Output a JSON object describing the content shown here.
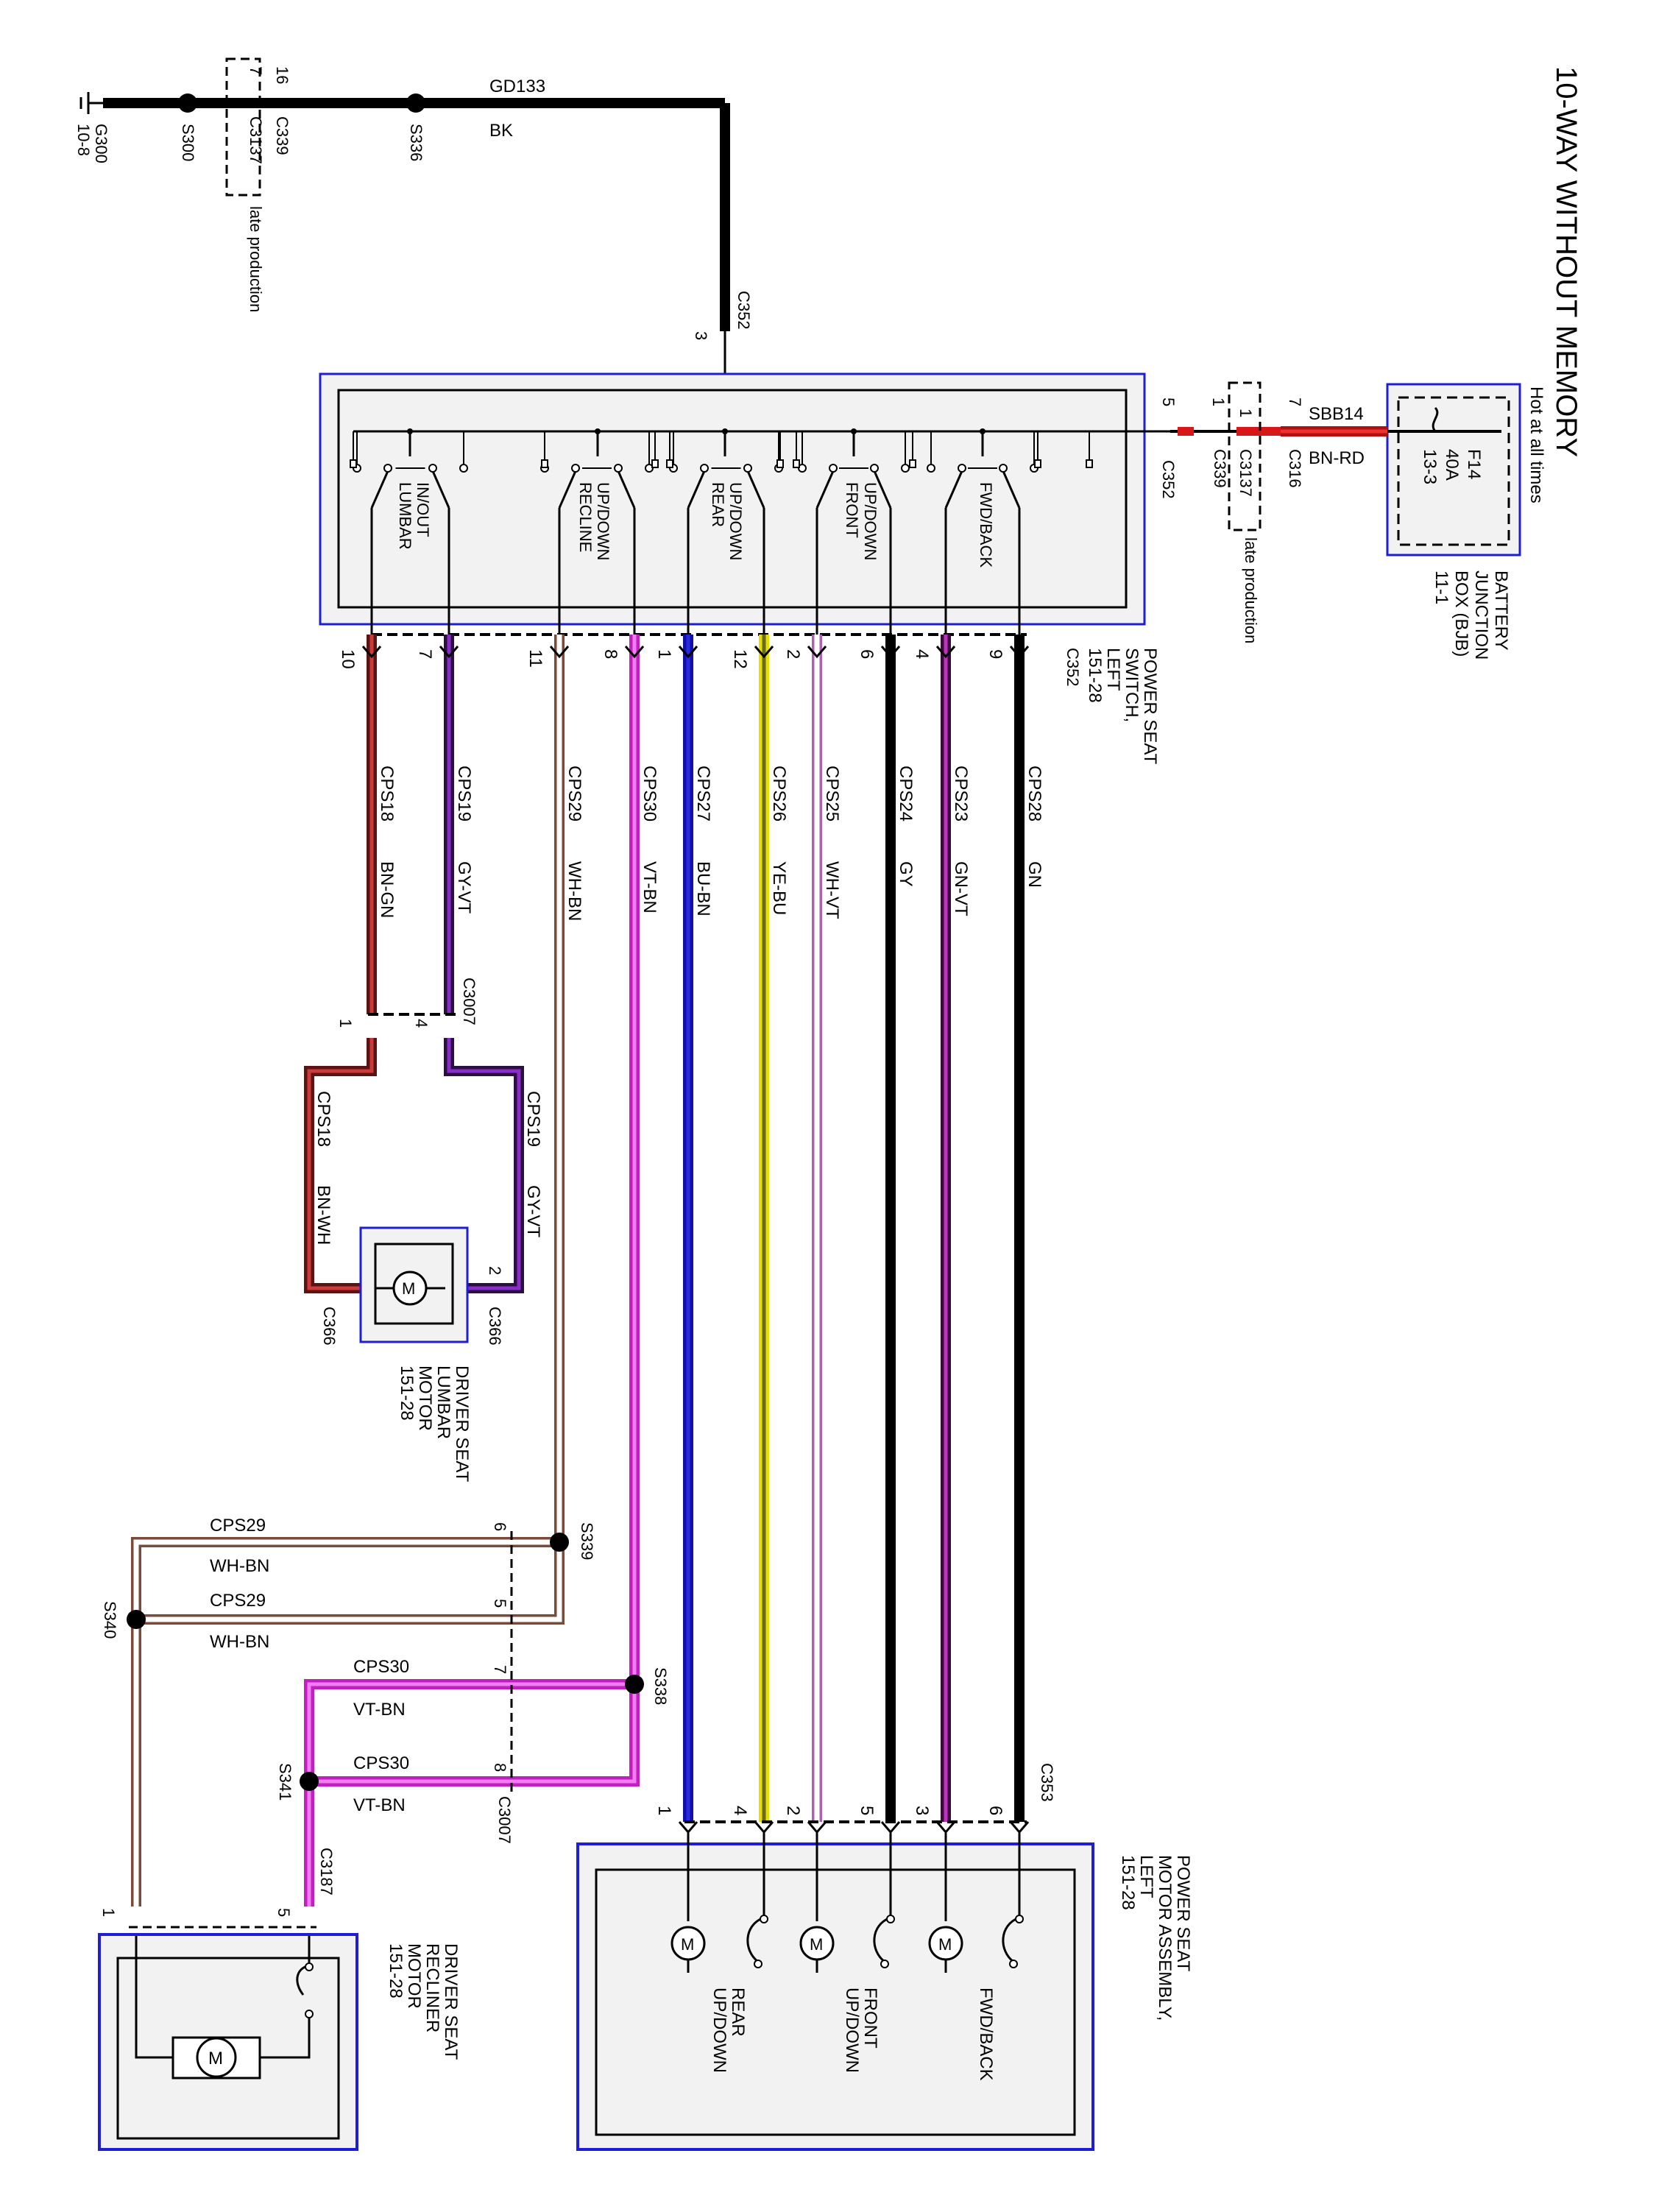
{
  "title": "10-WAY WITHOUT MEMORY",
  "labels": {
    "hot": "Hot at all times",
    "fuse_name": "F14",
    "fuse_amps": "40A",
    "fuse_ref": "13-3",
    "bjb_1": "BATTERY",
    "bjb_2": "JUNCTION",
    "bjb_3": "BOX (BJB)",
    "bjb_4": "11-1",
    "late1": "late production",
    "late2": "late production",
    "sbb14": "SBB14",
    "bnrd": "BN-RD",
    "gd133": "GD133",
    "bk": "BK",
    "pss_1": "POWER SEAT",
    "pss_2": "SWITCH,",
    "pss_3": "LEFT",
    "pss_4": "151-28",
    "psm_1": "POWER SEAT",
    "psm_2": "MOTOR ASSEMBLY,",
    "psm_3": "LEFT",
    "psm_4": "151-28",
    "lum_1": "DRIVER SEAT",
    "lum_2": "LUMBAR",
    "lum_3": "MOTOR",
    "lum_4": "151-28",
    "rec_1": "DRIVER SEAT",
    "rec_2": "RECLINER",
    "rec_3": "MOTOR",
    "rec_4": "151-28",
    "sw_fwd": "FWD/BACK",
    "sw_front_1": "UP/DOWN",
    "sw_front_2": "FRONT",
    "sw_rear_1": "UP/DOWN",
    "sw_rear_2": "REAR",
    "sw_rec_1": "UP/DOWN",
    "sw_rec_2": "RECLINE",
    "sw_lum_1": "IN/OUT",
    "sw_lum_2": "LUMBAR",
    "m_fwd": "FWD/BACK",
    "m_front_1": "FRONT",
    "m_front_2": "UP/DOWN",
    "m_rear_1": "REAR",
    "m_rear_2": "UP/DOWN",
    "g300_1": "G300",
    "g300_2": "10-8",
    "s300": "S300",
    "c3137a_pin": "7",
    "c3137a": "C3137",
    "c339a_pin": "16",
    "c339a": "C339",
    "s336": "S336",
    "c352_top": "C352",
    "c352_top_pin": "3",
    "c352_side": "C352",
    "c352_side_pin": "5",
    "c339b": "C339",
    "c339b_pin": "1",
    "c3137b": "C3137",
    "c3137b_pin": "1",
    "c316": "C316",
    "c316_pin": "7",
    "c352_bot": "C352",
    "c3007_top": "C3007",
    "c3007_pin1": "1",
    "c3007_pin4": "4",
    "c366_a": "C366",
    "c366_b": "C366",
    "c366_pin2": "2",
    "s339": "S339",
    "s340": "S340",
    "s338": "S338",
    "s341": "S341",
    "c3007_bot": "C3007",
    "c3007_pin6": "6",
    "c3007_pin5": "5",
    "c3007_pin7": "7",
    "c3007_pin8": "8",
    "c3187": "C3187",
    "c3187_pin1": "1",
    "c3187_pin5": "5",
    "c353": "C353",
    "cps18": "CPS18",
    "cps19": "CPS19",
    "bnwh": "BN-WH",
    "gyvt": "GY-VT",
    "cps29a": "CPS29",
    "whbn_a": "WH-BN",
    "cps29b": "CPS29",
    "whbn_b": "WH-BN",
    "cps30a": "CPS30",
    "vtbn_a": "VT-BN",
    "cps30b": "CPS30",
    "vtbn_b": "VT-BN"
  },
  "wires": [
    {
      "pin": "10",
      "circuit": "CPS18",
      "color": "BN-GN",
      "bottom_pin": "",
      "core": "#5a1414",
      "stripe": "#cc3a3a"
    },
    {
      "pin": "7",
      "circuit": "CPS19",
      "color": "GY-VT",
      "bottom_pin": "",
      "core": "#2a1040",
      "stripe": "#8a2dc8"
    },
    {
      "pin": "11",
      "circuit": "CPS29",
      "color": "WH-BN",
      "bottom_pin": "",
      "core": "#ffffff",
      "stripe": "#7a4a3a"
    },
    {
      "pin": "8",
      "circuit": "CPS30",
      "color": "VT-BN",
      "bottom_pin": "",
      "core": "#c21ec2",
      "stripe": "#f27cf2"
    },
    {
      "pin": "1",
      "circuit": "CPS27",
      "color": "BU-BN",
      "bottom_pin": "1",
      "core": "#1010a8",
      "stripe": "#2a2ae0"
    },
    {
      "pin": "12",
      "circuit": "CPS26",
      "color": "YE-BU",
      "bottom_pin": "4",
      "core": "#e8e000",
      "stripe": "#6a6a20"
    },
    {
      "pin": "2",
      "circuit": "CPS25",
      "color": "WH-VT",
      "bottom_pin": "2",
      "core": "#ffffff",
      "stripe": "#b060b0"
    },
    {
      "pin": "6",
      "circuit": "CPS24",
      "color": "GY",
      "bottom_pin": "5",
      "core": "#000000",
      "stripe": "#000000"
    },
    {
      "pin": "4",
      "circuit": "CPS23",
      "color": "GN-VT",
      "bottom_pin": "3",
      "core": "#3a0a3a",
      "stripe": "#c030c0"
    },
    {
      "pin": "9",
      "circuit": "CPS28",
      "color": "GN",
      "bottom_pin": "6",
      "core": "#000000",
      "stripe": "#000000"
    }
  ],
  "colors": {
    "box_border": "#1e1ed8",
    "box_fill": "#f2f2f2",
    "ground": "#000000",
    "power": "#d81818"
  }
}
